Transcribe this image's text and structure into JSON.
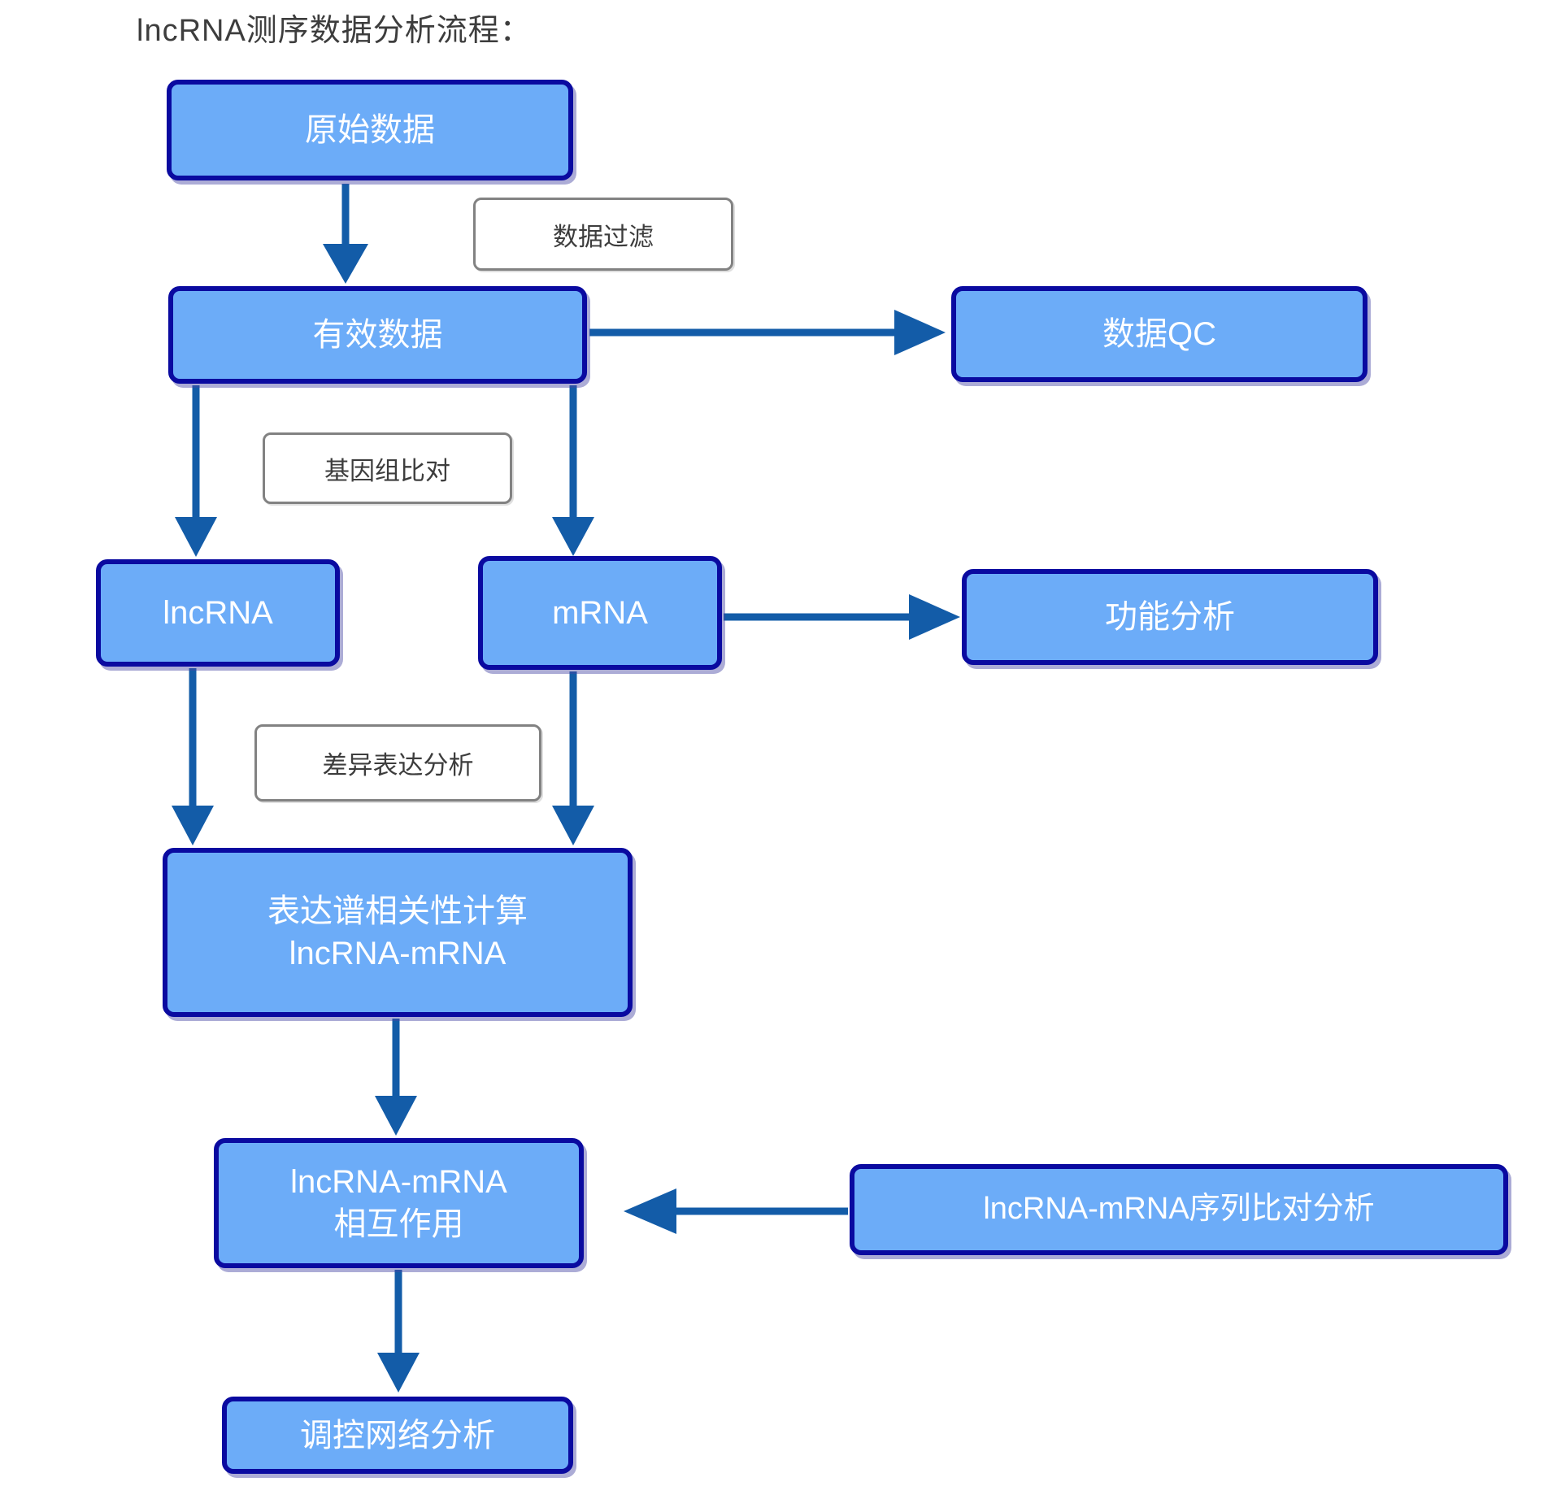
{
  "title": "lncRNA测序数据分析流程：",
  "nodes": {
    "raw": {
      "label": "原始数据"
    },
    "valid": {
      "label": "有效数据"
    },
    "qc": {
      "label": "数据QC"
    },
    "lncrna": {
      "label": "lncRNA"
    },
    "mrna": {
      "label": "mRNA"
    },
    "func": {
      "label": "功能分析"
    },
    "corr": {
      "label_line1": "表达谱相关性计算",
      "label_line2": "lncRNA-mRNA"
    },
    "inter": {
      "label_line1": "lncRNA-mRNA",
      "label_line2": "相互作用"
    },
    "seq": {
      "label": "lncRNA-mRNA序列比对分析"
    },
    "network": {
      "label": "调控网络分析"
    }
  },
  "edge_labels": {
    "filter": "数据过滤",
    "align": "基因组比对",
    "diff": "差异表达分析"
  },
  "colors": {
    "node_fill": "#6CACF8",
    "node_border": "#0A0AA0",
    "node_text": "#FFFFFF",
    "arrow": "#135CA8",
    "label_border": "#828282",
    "label_text": "#3D3D3D",
    "title_text": "#3D3D3D",
    "background": "#FFFFFF"
  }
}
